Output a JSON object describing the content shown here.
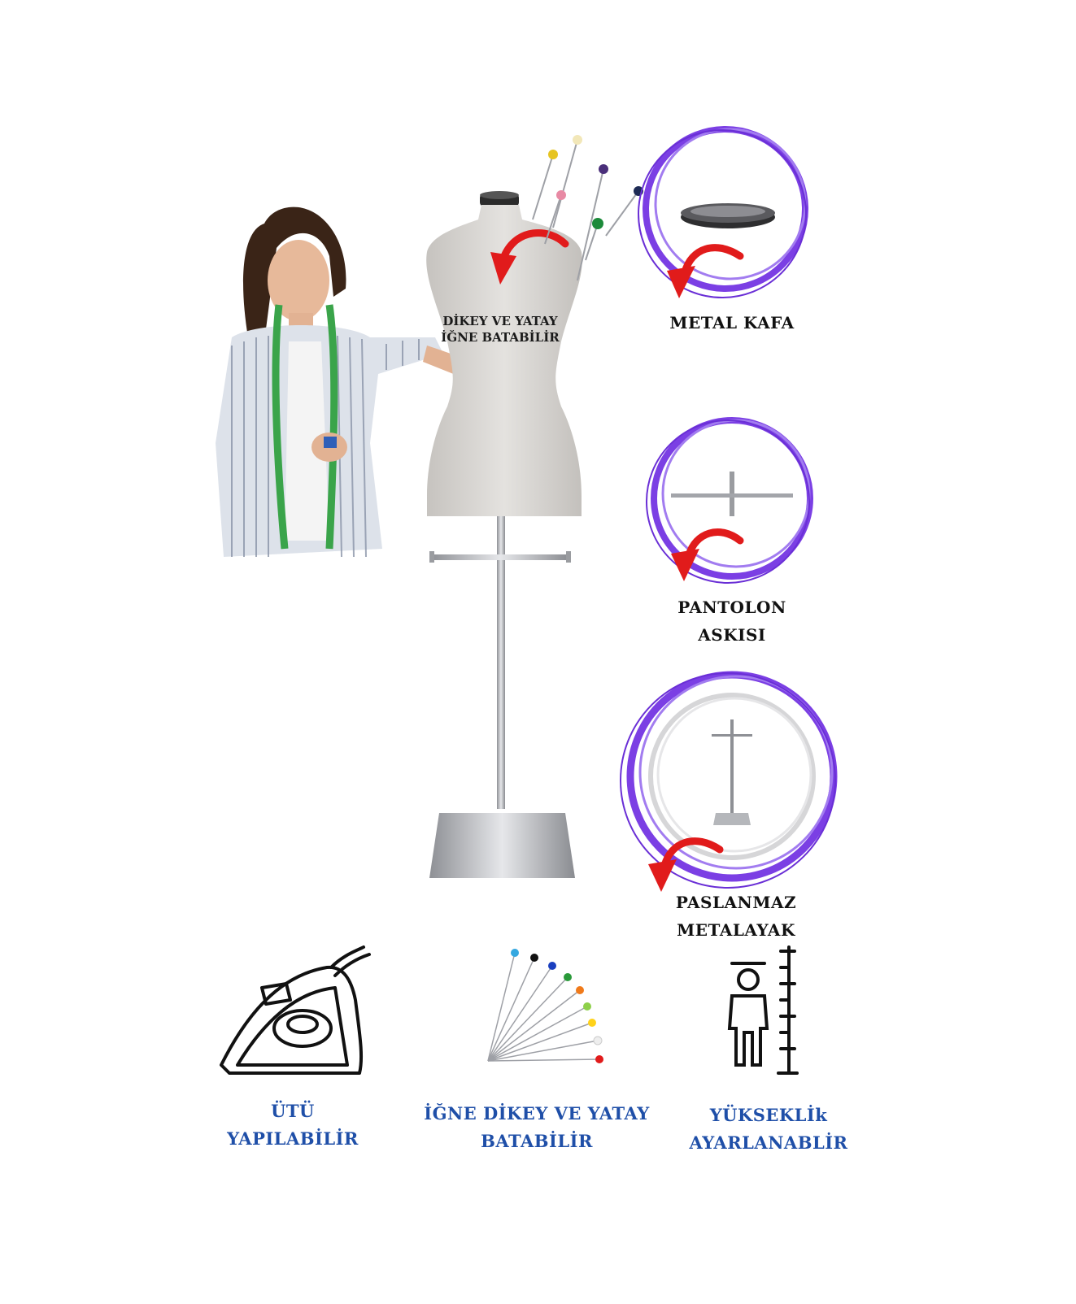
{
  "bust": {
    "line1": "DİKEY VE YATAY",
    "line2": "İĞNE BATABİLİR"
  },
  "features": {
    "head": {
      "label": "METAL KAFA"
    },
    "hanger": {
      "line1": "PANTOLON",
      "line2": "ASKISI"
    },
    "foot": {
      "line1": "PASLANMAZ",
      "line2": "METALAYAK"
    }
  },
  "bottom": {
    "iron": {
      "line1": "ÜTÜ",
      "line2": "YAPILABİLİR"
    },
    "pins": {
      "line1": "İĞNE DİKEY VE YATAY",
      "line2": "BATABİLİR"
    },
    "height": {
      "line1": "YÜKSEKLİk",
      "line2": "AYARLANABLİR"
    }
  },
  "colors": {
    "accent_purple": "#7b3fe4",
    "arrow_red": "#e11b1b",
    "label_blue": "#1f4fa8",
    "fabric": "#d7d5d2",
    "chrome": "#b9bbbf"
  }
}
